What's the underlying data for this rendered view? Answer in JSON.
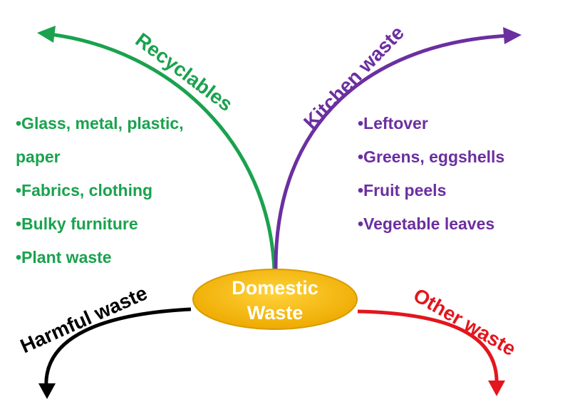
{
  "center": {
    "line1": "Domestic",
    "line2": "Waste"
  },
  "branches": {
    "recyclables": {
      "label": "Recyclables",
      "color": "#1aa24e",
      "items": [
        "•Glass, metal, plastic, paper",
        "•Fabrics, clothing",
        "•Bulky furniture",
        "•Plant waste"
      ]
    },
    "kitchen": {
      "label": "Kitchen waste",
      "color": "#6b2fa0",
      "items": [
        "•Leftover",
        "•Greens, eggshells",
        "•Fruit peels",
        "•Vegetable leaves"
      ]
    },
    "harmful": {
      "label": "Harmful waste",
      "color": "#000000"
    },
    "other": {
      "label": "Other waste",
      "color": "#e3161d"
    }
  },
  "colors": {
    "center_fill": "#f2b705",
    "center_stroke": "#d79c00"
  }
}
